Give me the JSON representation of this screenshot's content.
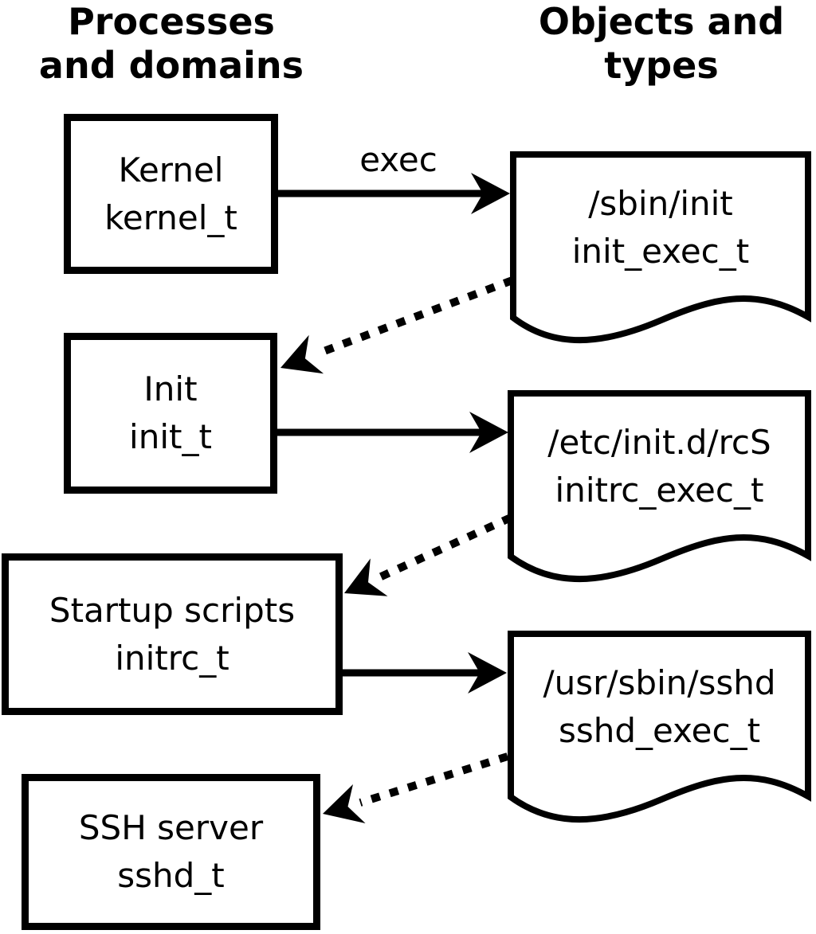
{
  "diagram": {
    "title_context": "SELinux domain transitions",
    "headers": {
      "left": {
        "line1": "Processes",
        "line2": "and domains"
      },
      "right": {
        "line1": "Objects and",
        "line2": "types"
      }
    },
    "processes": [
      {
        "name": "Kernel",
        "type": "kernel_t"
      },
      {
        "name": "Init",
        "type": "init_t"
      },
      {
        "name": "Startup scripts",
        "type": "initrc_t"
      },
      {
        "name": "SSH server",
        "type": "sshd_t"
      }
    ],
    "objects": [
      {
        "path": "/sbin/init",
        "type": "init_exec_t"
      },
      {
        "path": "/etc/init.d/rcS",
        "type": "initrc_exec_t"
      },
      {
        "path": "/usr/sbin/sshd",
        "type": "sshd_exec_t"
      }
    ],
    "edge_labels": {
      "exec": "exec"
    },
    "edges": [
      {
        "from": "kernel_t",
        "to": "init_exec_t",
        "style": "solid",
        "label": "exec"
      },
      {
        "from": "init_exec_t",
        "to": "init_t",
        "style": "dotted",
        "label": ""
      },
      {
        "from": "init_t",
        "to": "initrc_exec_t",
        "style": "solid",
        "label": ""
      },
      {
        "from": "initrc_exec_t",
        "to": "initrc_t",
        "style": "dotted",
        "label": ""
      },
      {
        "from": "initrc_t",
        "to": "sshd_exec_t",
        "style": "solid",
        "label": ""
      },
      {
        "from": "sshd_exec_t",
        "to": "sshd_t",
        "style": "dotted",
        "label": ""
      }
    ],
    "colors": {
      "foreground": "#000000",
      "background": "#ffffff"
    }
  }
}
